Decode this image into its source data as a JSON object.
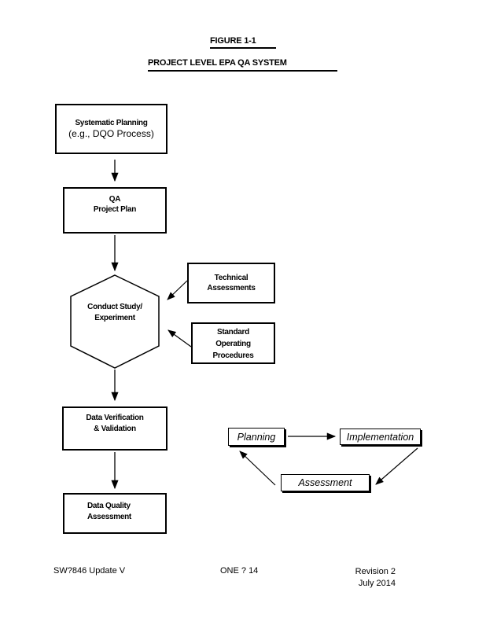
{
  "figure": {
    "title": "FIGURE 1-1",
    "subtitle": "PROJECT LEVEL EPA QA SYSTEM"
  },
  "flowchart": {
    "systematic_planning": {
      "line1": "Systematic Planning",
      "line2": "(e.g., DQO Process)"
    },
    "qa_project_plan": {
      "line1": "QA",
      "line2": "Project Plan"
    },
    "conduct_study": {
      "line1": "Conduct Study/",
      "line2": "Experiment"
    },
    "technical_assessments": {
      "line1": "Technical",
      "line2": "Assessments"
    },
    "standard_operating_procedures": {
      "line1": "Standard",
      "line2": "Operating",
      "line3": "Procedures"
    },
    "data_verification": {
      "line1": "Data Verification",
      "line2": "& Validation"
    },
    "data_quality": {
      "line1": "Data Quality",
      "line2": "Assessment"
    }
  },
  "cycle": {
    "planning": "Planning",
    "implementation": "Implementation",
    "assessment": "Assessment"
  },
  "footer": {
    "left": "SW?846 Update V",
    "center": "ONE ? 14",
    "right_line1": "Revision 2",
    "right_line2": "July 2014"
  },
  "colors": {
    "ink": "#000000",
    "paper": "#ffffff"
  }
}
